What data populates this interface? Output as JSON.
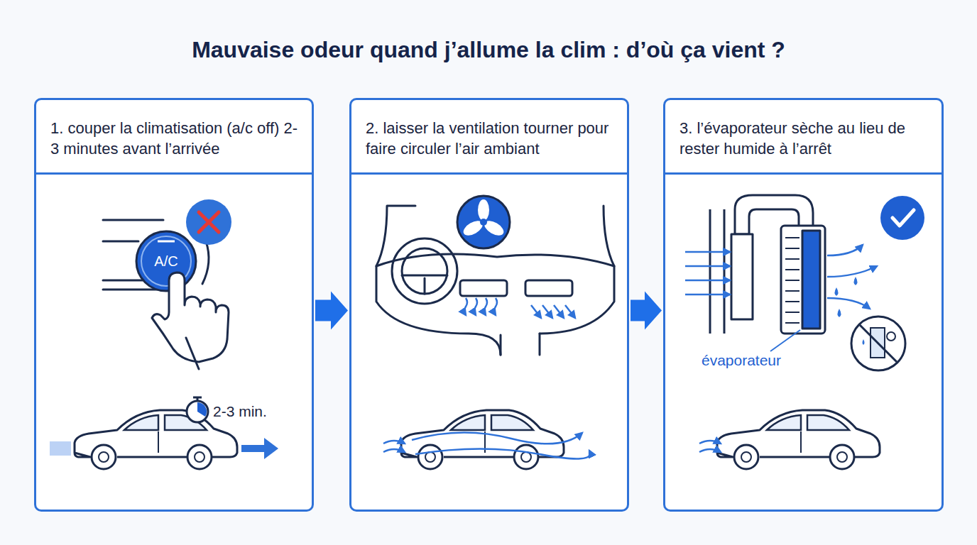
{
  "diagram": {
    "title": "Mauvaise odeur quand j’allume la clim : d’où ça vient ?",
    "nodes": [
      {
        "text": [
          "1. couper la climatisation (a/c off) 2-3 minutes avant l’arrivée"
        ]
      },
      {
        "text": [
          "2. laisser la ventilation tourner pour faire circuler l’air ambiant"
        ]
      },
      {
        "text": [
          "3. l’évaporateur sèche au lieu de rester humide à l’arrêt"
        ]
      }
    ],
    "edges": [
      {
        "from": 0,
        "to": 1,
        "arrow": "to"
      },
      {
        "from": 1,
        "to": 2,
        "arrow": "to"
      }
    ],
    "labels": [
      "A/C",
      "2-3 min.",
      "évaporateur"
    ]
  }
}
